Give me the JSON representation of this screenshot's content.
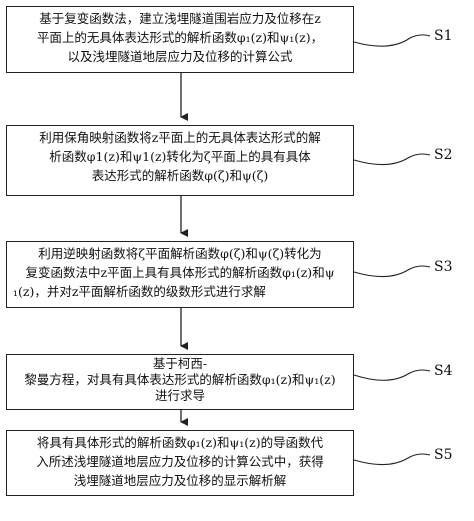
{
  "steps": [
    {
      "id": "S1",
      "lines": [
        "基于复变函数法，建立浅埋隧道围岩应力及位移在z",
        "平面上的无具体表达形式的解析函数φ₁(z)和ψ₁(z)，",
        "以及浅埋隧道地层应力及位移的计算公式"
      ]
    },
    {
      "id": "S2",
      "lines": [
        "利用保角映射函数将z平面上的无具体表达形式的解",
        "析函数φ1(z)和ψ1(z)转化为ζ平面上的具有具体",
        "表达形式的解析函数φ(ζ)和ψ(ζ)"
      ]
    },
    {
      "id": "S3",
      "lines": [
        "利用逆映射函数将ζ平面解析函数φ(ζ)和ψ(ζ)转化为",
        "复变函数法中z平面上具有具体形式的解析函数φ₁(z)和ψ",
        "₁(z)，并对z平面解析函数的级数形式进行求解"
      ]
    },
    {
      "id": "S4",
      "lines": [
        "基于柯西-",
        "黎曼方程，对具有具体表达形式的解析函数φ₁(z)和ψ₁(z)",
        "进行求导"
      ]
    },
    {
      "id": "S5",
      "lines": [
        "将具有具体形式的解析函数φ₁(z)和ψ₁(z)的导函数代",
        "入所述浅埋隧道地层应力及位移的计算公式中，获得",
        "浅埋隧道地层应力及位移的显示解析解"
      ]
    }
  ]
}
